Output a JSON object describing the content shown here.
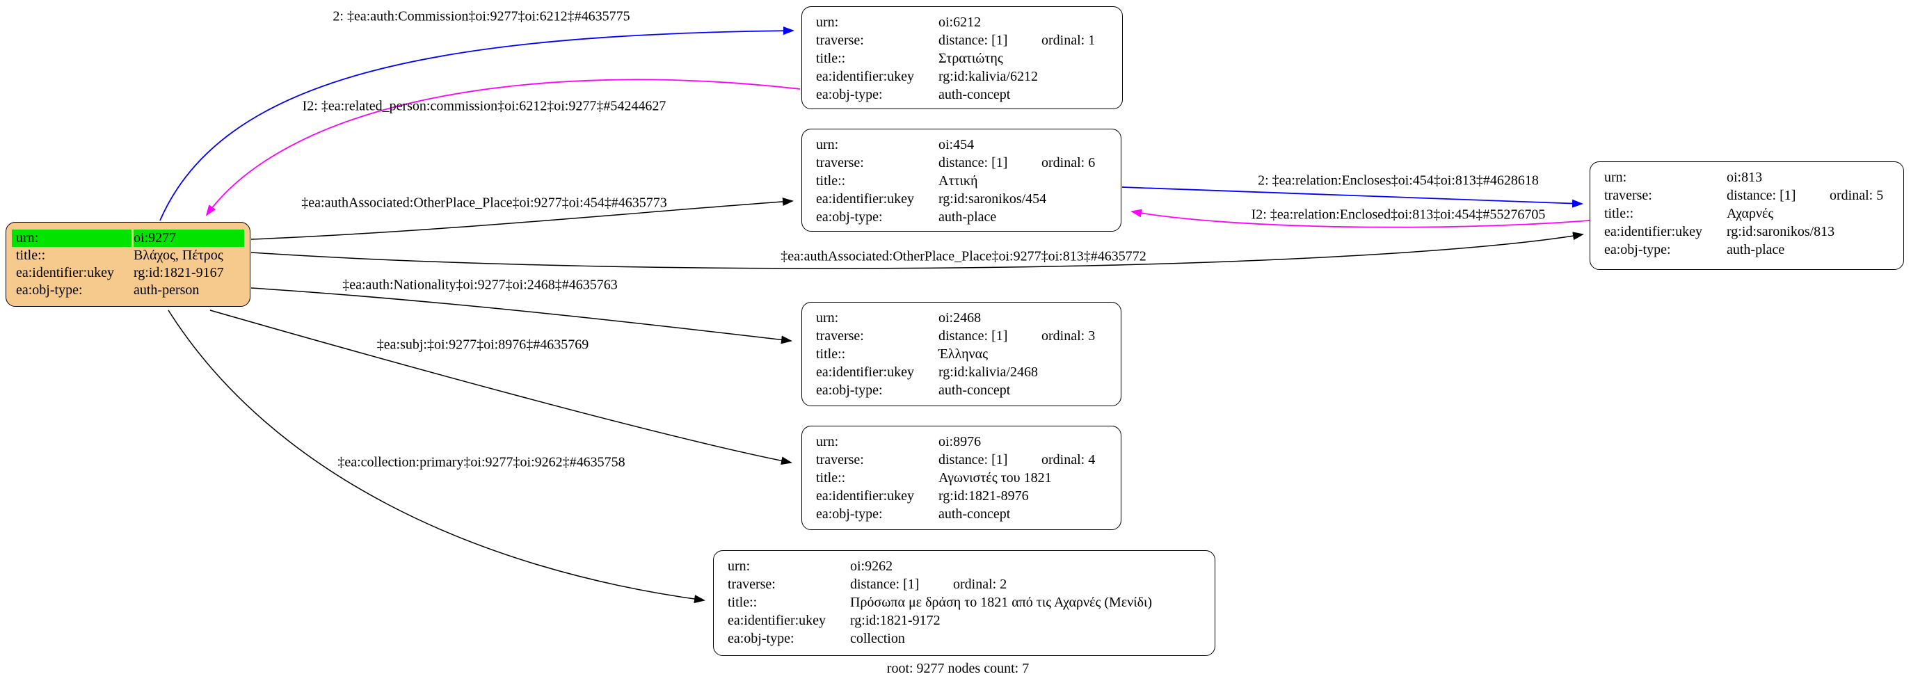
{
  "caption": "root: 9277 nodes count: 7",
  "field_labels": {
    "urn": "urn:",
    "traverse": "traverse:",
    "title": "title::",
    "ukey": "ea:identifier:ukey",
    "objtype": "ea:obj-type:"
  },
  "root_node": {
    "urn": "oi:9277",
    "title": "Βλάχος, Πέτρος",
    "ukey": "rg:id:1821-9167",
    "objtype": "auth-person"
  },
  "nodes": [
    {
      "urn": "oi:6212",
      "distance": "distance: [1]",
      "ordinal": "ordinal: 1",
      "title": "Στρατιώτης",
      "ukey": "rg:id:kalivia/6212",
      "objtype": "auth-concept"
    },
    {
      "urn": "oi:454",
      "distance": "distance: [1]",
      "ordinal": "ordinal: 6",
      "title": "Αττική",
      "ukey": "rg:id:saronikos/454",
      "objtype": "auth-place"
    },
    {
      "urn": "oi:813",
      "distance": "distance: [1]",
      "ordinal": "ordinal: 5",
      "title": "Αχαρνές",
      "ukey": "rg:id:saronikos/813",
      "objtype": "auth-place"
    },
    {
      "urn": "oi:2468",
      "distance": "distance: [1]",
      "ordinal": "ordinal: 3",
      "title": "Έλληνας",
      "ukey": "rg:id:kalivia/2468",
      "objtype": "auth-concept"
    },
    {
      "urn": "oi:8976",
      "distance": "distance: [1]",
      "ordinal": "ordinal: 4",
      "title": "Αγωνιστές του 1821",
      "ukey": "rg:id:1821-8976",
      "objtype": "auth-concept"
    },
    {
      "urn": "oi:9262",
      "distance": "distance: [1]",
      "ordinal": "ordinal: 2",
      "title": "Πρόσωπα με δράση το 1821 από τις Αχαρνές (Μενίδι)",
      "ukey": "rg:id:1821-9172",
      "objtype": "collection"
    }
  ],
  "edges": [
    {
      "label": "2: ‡ea:auth:Commission‡oi:9277‡oi:6212‡#4635775"
    },
    {
      "label": "I2: ‡ea:related_person:commission‡oi:6212‡oi:9277‡#54244627"
    },
    {
      "label": "‡ea:authAssociated:OtherPlace_Place‡oi:9277‡oi:454‡#4635773"
    },
    {
      "label": "2: ‡ea:relation:Encloses‡oi:454‡oi:813‡#4628618"
    },
    {
      "label": "I2: ‡ea:relation:Enclosed‡oi:813‡oi:454‡#55276705"
    },
    {
      "label": "‡ea:authAssociated:OtherPlace_Place‡oi:9277‡oi:813‡#4635772"
    },
    {
      "label": "‡ea:auth:Nationality‡oi:9277‡oi:2468‡#4635763"
    },
    {
      "label": "‡ea:subj:‡oi:9277‡oi:8976‡#4635769"
    },
    {
      "label": "‡ea:collection:primary‡oi:9277‡oi:9262‡#4635758"
    }
  ],
  "colors": {
    "root_fill": "#f6c98c",
    "urn_highlight": "#00e400",
    "edge_blue": "#0000ff",
    "edge_magenta": "#ff00ff",
    "edge_black": "#000000"
  }
}
